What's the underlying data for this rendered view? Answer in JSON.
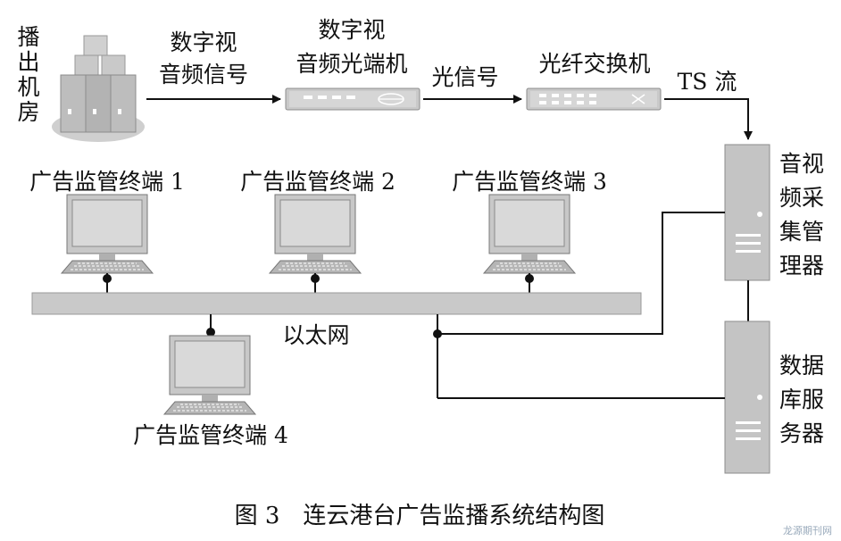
{
  "nodes": {
    "broadcast_room": {
      "label_lines": [
        "播",
        "出",
        "机",
        "房"
      ]
    },
    "av_signal": {
      "label_lines": [
        "数字视",
        "音频信号"
      ]
    },
    "optical_terminal": {
      "label_lines": [
        "数字视",
        "音频光端机"
      ]
    },
    "optical_signal": {
      "label": "光信号"
    },
    "fiber_switch": {
      "label": "光纤交换机"
    },
    "ts_stream": {
      "label": "TS 流"
    },
    "capture_server": {
      "label_lines": [
        "音视",
        "频采",
        "集管",
        "理器"
      ]
    },
    "db_server": {
      "label_lines": [
        "数据",
        "库服",
        "务器"
      ]
    },
    "ethernet": {
      "label": "以太网"
    },
    "terminal_1": {
      "label": "广告监管终端 1"
    },
    "terminal_2": {
      "label": "广告监管终端 2"
    },
    "terminal_3": {
      "label": "广告监管终端 3"
    },
    "terminal_4": {
      "label": "广告监管终端 4"
    }
  },
  "caption": "图 3　连云港台广告监播系统结构图",
  "watermark": "龙源期刊网",
  "colors": {
    "device_fill": "#d3d3d3",
    "device_dark": "#a9a9a9",
    "line": "#111111"
  }
}
